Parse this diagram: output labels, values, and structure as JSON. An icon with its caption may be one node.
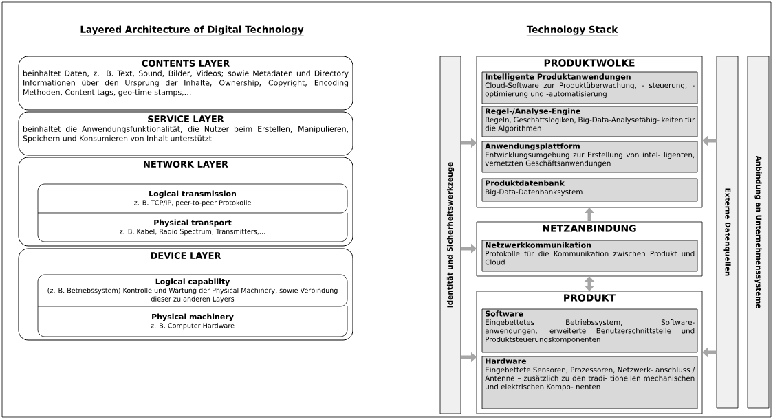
{
  "diagram": {
    "nodes": [
      {
        "text": [
          "CONTENTS LAYER",
          "beinhaltet Daten, z. B. Text, Sound, Bilder, Videos; sowie Metadaten und Directory Informationen über den Ursprung der Inhalte, Ownership, Copyright, Encoding Methoden, Content tags, geo-time stamps,…"
        ]
      },
      {
        "text": [
          "SERVICE LAYER",
          "beinhaltet die Anwendungsfunktionalität, die Nutzer beim Erstellen, Manipulieren, Speichern und Konsumieren von Inhalt unterstützt"
        ]
      },
      {
        "text": [
          "NETWORK LAYER"
        ]
      },
      {
        "text": [
          "Logical transmission",
          "z. B. TCP/IP, peer-to-peer Protokolle"
        ],
        "in": 2
      },
      {
        "text": [
          "Physical transport",
          "z. B. Kabel, Radio Spectrum, Transmitters,…"
        ],
        "in": 2
      },
      {
        "text": [
          "DEVICE LAYER"
        ]
      },
      {
        "text": [
          "Logical capability",
          "(z. B. Betriebssystem) Kontrolle und Wartung der Physical Machinery, sowie Verbindung dieser zu anderen Layers"
        ],
        "in": 5
      },
      {
        "text": [
          "Physical machinery",
          "z. B. Computer Hardware"
        ],
        "in": 5
      },
      {
        "text": [
          "Identität und Sicherheitswerkzeuge"
        ]
      },
      {
        "text": [
          "PRODUKTWOLKE"
        ]
      },
      {
        "text": [
          "Intelligente Produktanwendungen",
          "Cloud-Software zur Produktüberwachung, - steuerung, -optimierung und -automatisierung"
        ],
        "in": 9
      },
      {
        "text": [
          "Regel-/Analyse-Engine",
          "Regeln, Geschäftslogiken, Big-Data-Analysefähig- keiten für die Algorithmen"
        ],
        "in": 9
      },
      {
        "text": [
          "Anwendungsplattform",
          "Entwicklungsumgebung zur Erstellung von intel- ligenten, vernetzten Geschäftsanwendungen"
        ],
        "in": 9
      },
      {
        "text": [
          "Produktdatenbank",
          "Big-Data-Datenbanksystem"
        ],
        "in": 9
      },
      {
        "text": [
          "NETZANBINDUNG"
        ]
      },
      {
        "text": [
          "Netzwerkkommunikation",
          "Protokolle für die Kommunikation zwischen Produkt und Cloud"
        ],
        "in": 14
      },
      {
        "text": [
          "PRODUKT"
        ]
      },
      {
        "text": [
          "Software",
          "Eingebettetes Betriebssystem, Software- anwendungen, erweiterte Benutzerschnittstelle und Produktsteuerungskomponenten"
        ],
        "in": 16
      },
      {
        "text": [
          "Hardware",
          "Eingebettete Sensoren, Prozessoren, Netzwerk- anschluss / Antenne – zusätzlich zu den tradi- tionellen mechanischen und elektrischen Kompo- nenten"
        ],
        "in": 16
      },
      {
        "text": [
          "Externe Datenquellen"
        ]
      },
      {
        "text": [
          "Anbindung an Unternehmenssysteme"
        ]
      }
    ],
    "edges": [
      {
        "from": 8,
        "to": 9,
        "arrow": "to"
      },
      {
        "from": 8,
        "to": 14,
        "arrow": "to"
      },
      {
        "from": 8,
        "to": 16,
        "arrow": "to"
      },
      {
        "from": 19,
        "to": 9,
        "arrow": "to"
      },
      {
        "from": 19,
        "to": 16,
        "arrow": "to"
      },
      {
        "from": 14,
        "to": 9,
        "arrow": "to"
      },
      {
        "from": 14,
        "to": 16,
        "arrow": "both"
      }
    ],
    "labels": [
      "Layered Architecture of Digital Technology",
      "Technology Stack"
    ]
  }
}
